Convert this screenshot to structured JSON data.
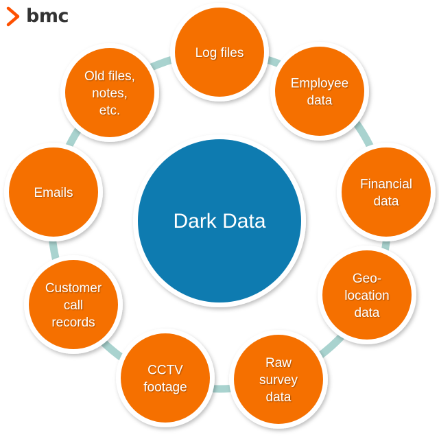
{
  "logo": {
    "text": "bmc",
    "color": "#fe5000"
  },
  "center": {
    "label": "Dark Data",
    "color": "#0e7bb0"
  },
  "node_color": "#f57000",
  "ring_color": "#a9d3cf",
  "nodes": [
    {
      "lines": [
        "Log files"
      ]
    },
    {
      "lines": [
        "Employee",
        "data"
      ]
    },
    {
      "lines": [
        "Financial",
        "data"
      ]
    },
    {
      "lines": [
        "Geo-",
        "location",
        "data"
      ]
    },
    {
      "lines": [
        "Raw",
        "survey",
        "data"
      ]
    },
    {
      "lines": [
        "CCTV",
        "footage"
      ]
    },
    {
      "lines": [
        "Customer",
        "call",
        "records"
      ]
    },
    {
      "lines": [
        "Emails"
      ]
    },
    {
      "lines": [
        "Old files,",
        "notes,",
        "etc."
      ]
    }
  ]
}
